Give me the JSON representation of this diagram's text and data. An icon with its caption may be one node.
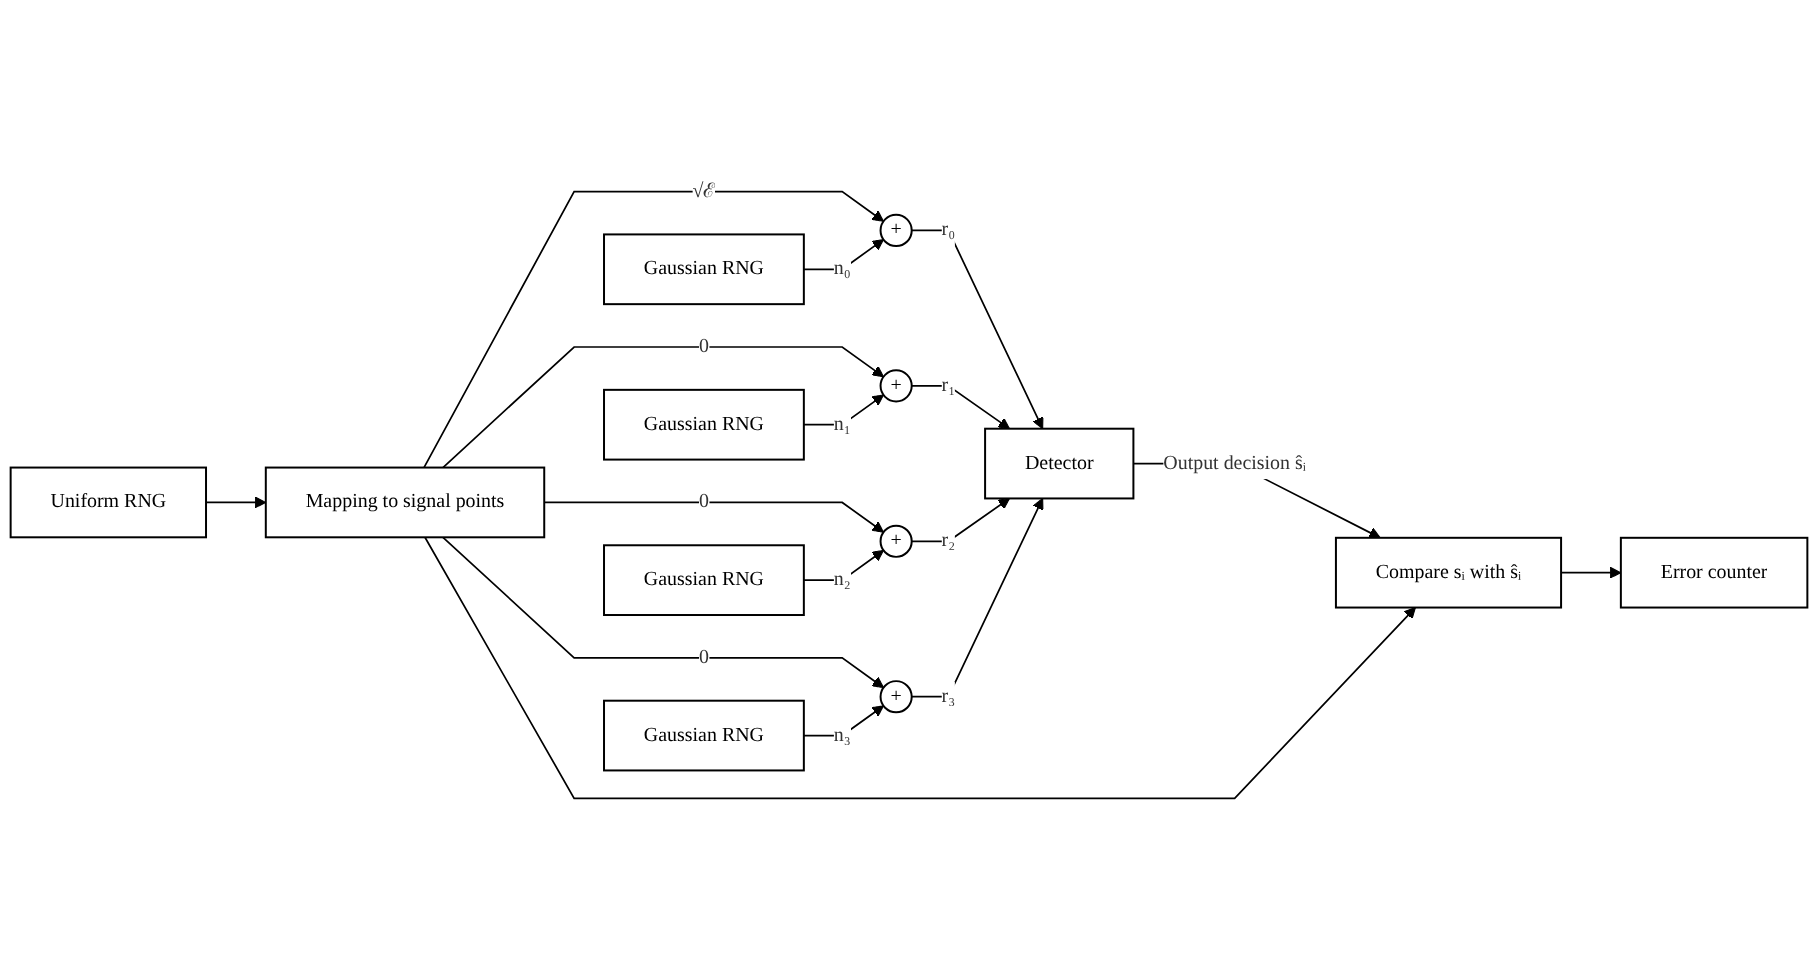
{
  "diagram": {
    "nodes": [
      {
        "text": [
          "Uniform RNG"
        ]
      },
      {
        "text": [
          "Mapping to signal points"
        ]
      },
      {
        "text": [
          "Gaussian RNG"
        ]
      },
      {
        "text": [
          "+"
        ]
      },
      {
        "text": [
          "Gaussian RNG"
        ]
      },
      {
        "text": [
          "+"
        ]
      },
      {
        "text": [
          "Gaussian RNG"
        ]
      },
      {
        "text": [
          "+"
        ]
      },
      {
        "text": [
          "Gaussian RNG"
        ]
      },
      {
        "text": [
          "+"
        ]
      },
      {
        "text": [
          "Detector"
        ]
      },
      {
        "text": [
          "Compare sᵢ with ŝᵢ"
        ]
      },
      {
        "text": [
          "Error counter"
        ]
      }
    ],
    "edges": [
      {
        "from": 0,
        "to": 1,
        "arrow": "to"
      },
      {
        "from": 1,
        "to": 3,
        "arrow": "to",
        "label": "√ℰ"
      },
      {
        "from": 2,
        "to": 3,
        "arrow": "to",
        "label": "n₀"
      },
      {
        "from": 3,
        "to": 10,
        "arrow": "to",
        "label": "r₀"
      },
      {
        "from": 1,
        "to": 5,
        "arrow": "to",
        "label": "0"
      },
      {
        "from": 4,
        "to": 5,
        "arrow": "to",
        "label": "n₁"
      },
      {
        "from": 5,
        "to": 10,
        "arrow": "to",
        "label": "r₁"
      },
      {
        "from": 1,
        "to": 7,
        "arrow": "to",
        "label": "0"
      },
      {
        "from": 6,
        "to": 7,
        "arrow": "to",
        "label": "n₂"
      },
      {
        "from": 7,
        "to": 10,
        "arrow": "to",
        "label": "r₂"
      },
      {
        "from": 1,
        "to": 9,
        "arrow": "to",
        "label": "0"
      },
      {
        "from": 8,
        "to": 9,
        "arrow": "to",
        "label": "n₃"
      },
      {
        "from": 9,
        "to": 10,
        "arrow": "to",
        "label": "r₃"
      },
      {
        "from": 10,
        "to": 11,
        "arrow": "to",
        "label": "Output decision ŝᵢ"
      },
      {
        "from": 1,
        "to": 11,
        "arrow": "to"
      },
      {
        "from": 11,
        "to": 12,
        "arrow": "to"
      }
    ]
  }
}
